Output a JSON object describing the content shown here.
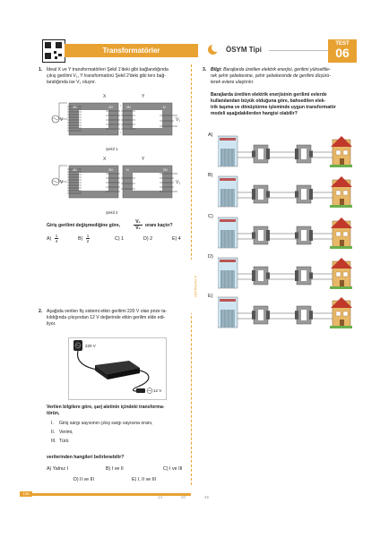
{
  "header": {
    "section_title": "Transformatörler",
    "exam_label": "ÖSYM Tipi",
    "test_label": "TEST",
    "test_number": "06"
  },
  "side_label": "A YAYINLARI",
  "page_number": "126",
  "footer_marks": [
    "14",
    "20",
    "45"
  ],
  "q1": {
    "number": "1.",
    "text_lines": [
      "İdeal X ve Y transformatörleri Şekil 1'deki gibi bağlandığında",
      "çıkış gerilimi V₁, Y transformatörü Şekil 2'deki gibi ters bağ-",
      "landığında ise V₂ oluyor."
    ],
    "fig1": {
      "caption": "Şekil 1",
      "x": "X",
      "y": "Y",
      "left_voltage": "V",
      "right_voltage": "V₁",
      "turns": [
        "4N",
        "2N",
        "2N",
        "N"
      ]
    },
    "fig2": {
      "caption": "Şekil 2",
      "x": "X",
      "y": "Y",
      "left_voltage": "V",
      "right_voltage": "V₂",
      "turns": [
        "4N",
        "2N",
        "N",
        "2N"
      ]
    },
    "question_prefix": "Giriş gerilimi değişmediğine göre,",
    "fraction_num": "V₁",
    "fraction_den": "V₂",
    "question_suffix": "oranı kaçtır?",
    "options": [
      {
        "letter": "A)",
        "num": "1",
        "den": "4"
      },
      {
        "letter": "B)",
        "num": "1",
        "den": "2"
      },
      {
        "letter": "C)",
        "value": "1"
      },
      {
        "letter": "D)",
        "value": "2"
      },
      {
        "letter": "E)",
        "value": "4"
      }
    ]
  },
  "q2": {
    "number": "2.",
    "text_lines": [
      "Aşağıda verilen fiş sistemi etkin gerilimi 220 V olan prize ta-",
      "kıldığında çıkışından 12 V değerinde etkin gerilim elde edi-",
      "liyor."
    ],
    "label_220": "220 V",
    "label_12": "12 V",
    "prompt_lines": [
      "Verilen bilgilere göre, şarj aletinin içindeki transforma-",
      "törün,"
    ],
    "items": [
      {
        "roman": "I.",
        "text": "Giriş sargı sayısının çıkış sargı sayısına oranı,"
      },
      {
        "roman": "II.",
        "text": "Verimi,"
      },
      {
        "roman": "III.",
        "text": "Türü"
      }
    ],
    "ask": "verilerinden hangileri belirlenebilir?",
    "options_row1": [
      "A) Yalnız I",
      "B) I ve II",
      "C) I ve III"
    ],
    "options_row2": [
      "D) II ve III",
      "E) I, II ve III"
    ]
  },
  "q3": {
    "number": "3.",
    "info_label": "Bilgi:",
    "info_lines": [
      "Barajlarda üretilen elektrik enerjisi, gerilimi yükseltile-",
      "rek şehir şebekesine, şehir şebekesinde de gerilimi düşürü-",
      "lerek evlere ulaştırılır."
    ],
    "question_lines": [
      "Barajlarda üretilen elektrik enerjisinin gerilimi evlerde",
      "kullanılandan büyük olduğuna göre, bahsedilen elek-",
      "trik taşıma ve dönüştürme işleminde uygun transformatör",
      "modeli aşağıdakilerden hangisi olabilir?"
    ],
    "option_letters": [
      "A)",
      "B)",
      "C)",
      "D)",
      "E)"
    ]
  },
  "colors": {
    "accent": "#e8a232",
    "core": "#8a8a8a"
  }
}
